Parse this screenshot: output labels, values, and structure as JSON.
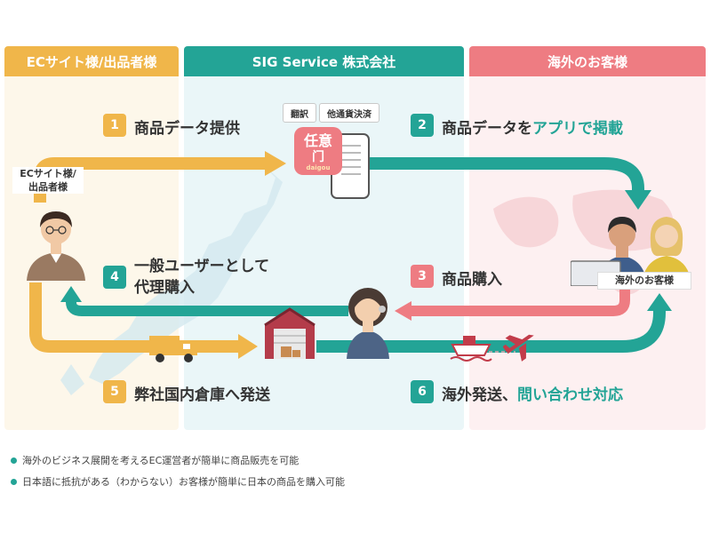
{
  "columns": {
    "left": {
      "title": "ECサイト様/出品者様",
      "color": "#f0b64a"
    },
    "center": {
      "title": "SIG Service 株式会社",
      "color": "#23a496"
    },
    "right": {
      "title": "海外のお客様",
      "color": "#ee7c82"
    }
  },
  "tags": {
    "translate": "翻訳",
    "payment": "他通貨決済"
  },
  "app_logo": {
    "line1": "任意",
    "line2": "门",
    "sub": "daigou"
  },
  "labels": {
    "seller": "ECサイト様/\n出品者様",
    "customers": "海外のお客様"
  },
  "steps": [
    {
      "num": "1",
      "text": "商品データ提供"
    },
    {
      "num": "2",
      "text": "商品データを",
      "highlight": "アプリで掲載"
    },
    {
      "num": "3",
      "text": "商品購入"
    },
    {
      "num": "4",
      "text": "一般ユーザーとして\n代理購入"
    },
    {
      "num": "5",
      "text": "弊社国内倉庫へ発送"
    },
    {
      "num": "6",
      "text": "海外発送、",
      "highlight": "問い合わせ対応"
    }
  ],
  "notes": [
    "海外のビジネス展開を考えるEC運営者が簡単に商品販売を可能",
    "日本語に抵抗がある（わからない）お客様が簡単に日本の商品を購入可能"
  ],
  "colors": {
    "orange": "#f0b64a",
    "teal": "#23a496",
    "pink": "#ee7c82",
    "teal_light": "#eaf6f8",
    "orange_light": "#fdf7ea",
    "pink_light": "#fdf0f1"
  }
}
